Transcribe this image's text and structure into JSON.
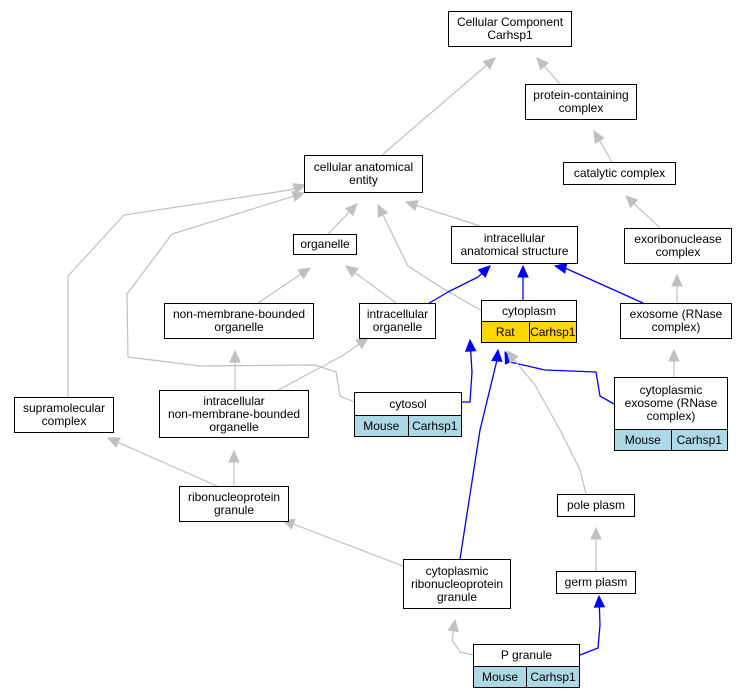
{
  "colors": {
    "gray_edge": "#c0c0c0",
    "blue_edge": "#0000ff",
    "rat": "#ffd700",
    "mouse": "#add8e6"
  },
  "nodes": [
    {
      "id": "cc_root",
      "label": "Cellular Component\nCarhsp1"
    },
    {
      "id": "protein_complex",
      "label": "protein-containing\ncomplex"
    },
    {
      "id": "catalytic",
      "label": "catalytic complex"
    },
    {
      "id": "cae",
      "label": "cellular anatomical\nentity"
    },
    {
      "id": "exoribonuclease",
      "label": "exoribonuclease\ncomplex"
    },
    {
      "id": "organelle",
      "label": "organelle"
    },
    {
      "id": "ias",
      "label": "intracellular\nanatomical structure"
    },
    {
      "id": "nmbo",
      "label": "non-membrane-bounded\norganelle"
    },
    {
      "id": "io",
      "label": "intracellular\norganelle"
    },
    {
      "id": "cytoplasm",
      "label": "cytoplasm",
      "species": "Rat",
      "gene": "Carhsp1",
      "cell_color": "#ffd700"
    },
    {
      "id": "exosome",
      "label": "exosome (RNase\ncomplex)"
    },
    {
      "id": "inmbo",
      "label": "intracellular\nnon-membrane-bounded\norganelle"
    },
    {
      "id": "cytosol",
      "label": "cytosol",
      "species": "Mouse",
      "gene": "Carhsp1",
      "cell_color": "#add8e6"
    },
    {
      "id": "cyto_exosome",
      "label": "cytoplasmic\nexosome (RNase\ncomplex)",
      "species": "Mouse",
      "gene": "Carhsp1",
      "cell_color": "#add8e6"
    },
    {
      "id": "supramolecular",
      "label": "supramolecular\ncomplex"
    },
    {
      "id": "rnp_granule",
      "label": "ribonucleoprotein\ngranule"
    },
    {
      "id": "pole_plasm",
      "label": "pole plasm"
    },
    {
      "id": "cyto_rnp",
      "label": "cytoplasmic\nribonucleoprotein\ngranule"
    },
    {
      "id": "germ_plasm",
      "label": "germ plasm"
    },
    {
      "id": "p_granule",
      "label": "P granule",
      "species": "Mouse",
      "gene": "Carhsp1",
      "cell_color": "#add8e6"
    }
  ],
  "edges": [
    {
      "from": "cae",
      "to": "cc_root",
      "kind": "gray"
    },
    {
      "from": "protein_complex",
      "to": "cc_root",
      "kind": "gray"
    },
    {
      "from": "catalytic",
      "to": "protein_complex",
      "kind": "gray"
    },
    {
      "from": "exoribonuclease",
      "to": "catalytic",
      "kind": "gray"
    },
    {
      "from": "organelle",
      "to": "cae",
      "kind": "gray"
    },
    {
      "from": "ias",
      "to": "cae",
      "kind": "gray"
    },
    {
      "from": "cytoplasm",
      "to": "cae",
      "kind": "gray"
    },
    {
      "from": "cytosol",
      "to": "cae",
      "kind": "gray"
    },
    {
      "from": "supramolecular",
      "to": "cae",
      "kind": "gray"
    },
    {
      "from": "nmbo",
      "to": "organelle",
      "kind": "gray"
    },
    {
      "from": "io",
      "to": "organelle",
      "kind": "gray"
    },
    {
      "from": "io",
      "to": "ias",
      "kind": "blue"
    },
    {
      "from": "cytoplasm",
      "to": "ias",
      "kind": "blue"
    },
    {
      "from": "exosome",
      "to": "ias",
      "kind": "blue"
    },
    {
      "from": "exosome",
      "to": "exoribonuclease",
      "kind": "gray"
    },
    {
      "from": "cyto_exosome",
      "to": "exosome",
      "kind": "gray"
    },
    {
      "from": "inmbo",
      "to": "nmbo",
      "kind": "gray"
    },
    {
      "from": "inmbo",
      "to": "io",
      "kind": "gray"
    },
    {
      "from": "cytosol",
      "to": "cytoplasm",
      "kind": "blue"
    },
    {
      "from": "cyto_exosome",
      "to": "cytoplasm",
      "kind": "blue"
    },
    {
      "from": "cyto_rnp",
      "to": "cytoplasm",
      "kind": "blue"
    },
    {
      "from": "pole_plasm",
      "to": "cytoplasm",
      "kind": "gray"
    },
    {
      "from": "rnp_granule",
      "to": "inmbo",
      "kind": "gray"
    },
    {
      "from": "rnp_granule",
      "to": "supramolecular",
      "kind": "gray"
    },
    {
      "from": "cyto_rnp",
      "to": "rnp_granule",
      "kind": "gray"
    },
    {
      "from": "germ_plasm",
      "to": "pole_plasm",
      "kind": "gray"
    },
    {
      "from": "p_granule",
      "to": "cyto_rnp",
      "kind": "gray"
    },
    {
      "from": "p_granule",
      "to": "germ_plasm",
      "kind": "blue"
    }
  ]
}
